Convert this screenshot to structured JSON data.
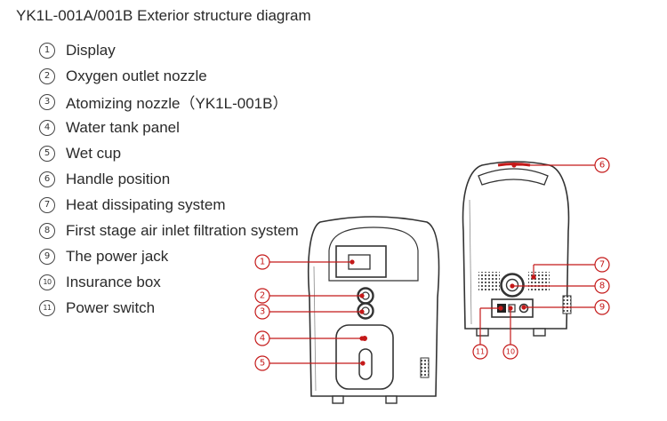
{
  "title": "YK1L-001A/001B Exterior structure diagram",
  "legend": [
    {
      "num": "1",
      "label": "Display"
    },
    {
      "num": "2",
      "label": "Oxygen outlet nozzle"
    },
    {
      "num": "3",
      "label": "Atomizing nozzle（YK1L-001B）"
    },
    {
      "num": "4",
      "label": "Water tank panel"
    },
    {
      "num": "5",
      "label": "Wet cup"
    },
    {
      "num": "6",
      "label": "Handle position"
    },
    {
      "num": "7",
      "label": "Heat dissipating system"
    },
    {
      "num": "8",
      "label": "First stage air inlet filtration system"
    },
    {
      "num": "9",
      "label": "The power jack"
    },
    {
      "num": "10",
      "label": "Insurance box"
    },
    {
      "num": "11",
      "label": "Power switch"
    }
  ],
  "callout_color": "#c41919",
  "callouts": {
    "front": [
      "1",
      "2",
      "3",
      "4",
      "5"
    ],
    "back": [
      "6",
      "7",
      "8",
      "9",
      "10",
      "11"
    ]
  }
}
